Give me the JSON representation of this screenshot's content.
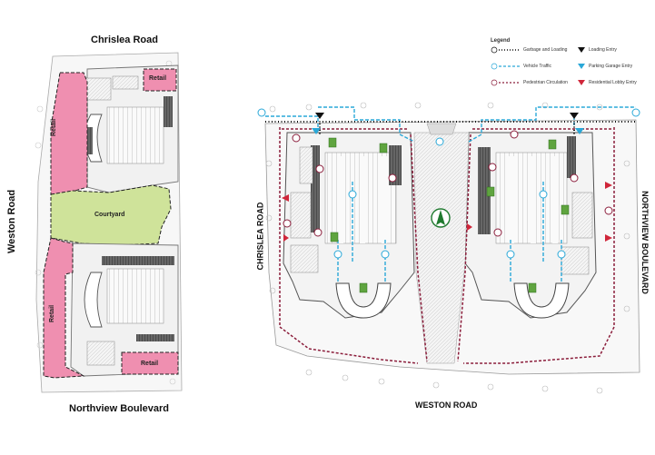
{
  "left_plan": {
    "street_top": "Chrislea Road",
    "street_bottom": "Northview Boulevard",
    "street_left": "Weston Road",
    "areas": {
      "retail_top_left": "Retail",
      "retail_top_right": "Retail",
      "courtyard": "Courtyard",
      "retail_bottom_left": "Retail",
      "retail_bottom_right": "Retail"
    }
  },
  "right_plan": {
    "street_left": "CHRISLEA ROAD",
    "street_right": "NORTHVIEW BOULEVARD",
    "street_bottom": "WESTON ROAD"
  },
  "legend": {
    "title": "Legend",
    "items": [
      {
        "label": "Garbage and Loading",
        "icon": "garbage-loading-icon"
      },
      {
        "label": "Vehicle Traffic",
        "icon": "vehicle-traffic-icon"
      },
      {
        "label": "Pedestrian Circulation",
        "icon": "pedestrian-icon"
      },
      {
        "label": "Loading Entry",
        "icon": "loading-entry-icon"
      },
      {
        "label": "Parking Garage Entry",
        "icon": "parking-entry-icon"
      },
      {
        "label": "Residential Lobby Entry",
        "icon": "lobby-entry-icon"
      }
    ]
  },
  "colors": {
    "retail": "#ef8fb0",
    "courtyard": "#cfe39a",
    "garbage_loading": "#111111",
    "vehicle": "#2aa8d8",
    "pedestrian": "#8b1d3b",
    "building": "#f2f2f2",
    "line": "#888888"
  }
}
